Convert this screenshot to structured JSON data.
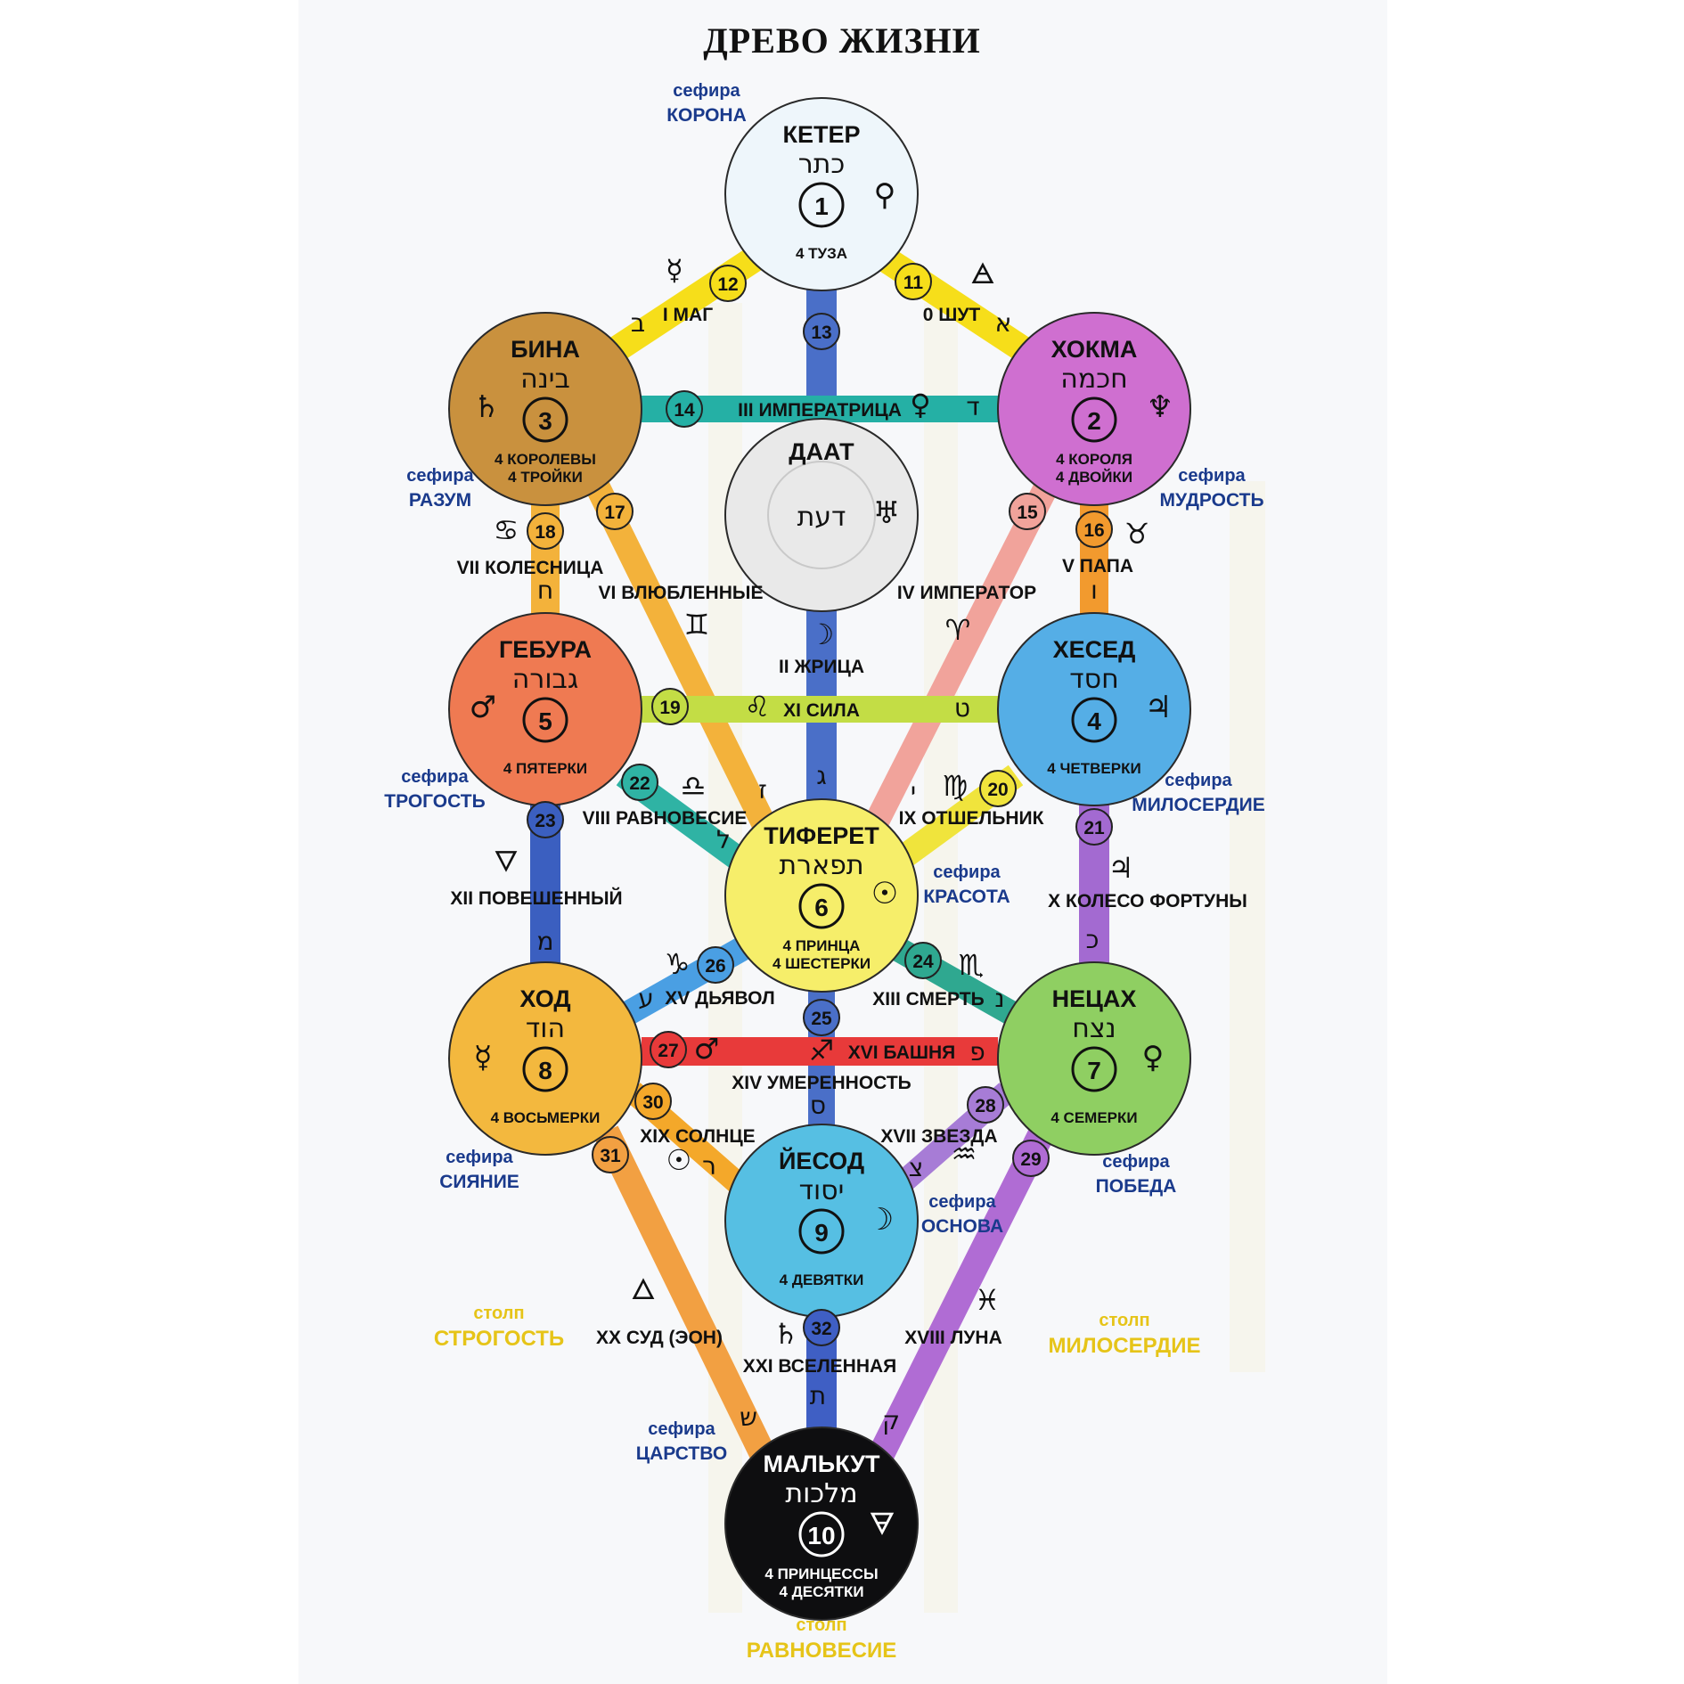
{
  "page": {
    "title": "ДРЕВО ЖИЗНИ"
  },
  "colors": {
    "path13": "#4a6fc8",
    "path14": "#25b0a5",
    "path12": "#f6de1a",
    "path11": "#f6de1a",
    "path17": "#f3b23b",
    "path15": "#f1a39b",
    "path18": "#f3b23b",
    "path16": "#f29a2e",
    "path19": "#c3dd45",
    "path22": "#2fb3a4",
    "path20": "#f0e43c",
    "path23": "#3b5fc0",
    "path21": "#a36ad1",
    "path26": "#4a9fe3",
    "path24": "#2fa890",
    "path27": "#e83a3a",
    "path25": "#4a6fc8",
    "path30": "#f4a82a",
    "path28": "#a77cd6",
    "path31": "#f2a042",
    "path29": "#b06cd4",
    "path32": "#3f5fc4",
    "pillar": "#e6c418",
    "sefira_label": "#1a3a8c"
  },
  "sephirot": [
    {
      "id": "keter",
      "name": "КЕТЕР",
      "hebrew": "כתר",
      "number": "1",
      "symbol": "⚲",
      "cards": [
        "4 ТУЗА"
      ],
      "sef_word": "сефира",
      "sef_title": "КОРОНА",
      "color": "#eef6fb"
    },
    {
      "id": "chokmah",
      "name": "ХОКМА",
      "hebrew": "חכמה",
      "number": "2",
      "symbol": "♆",
      "cards": [
        "4 КОРОЛЯ",
        "4 ДВОЙКИ"
      ],
      "sef_word": "сефира",
      "sef_title": "МУДРОСТЬ",
      "color": "#cf6fd0"
    },
    {
      "id": "binah",
      "name": "БИНА",
      "hebrew": "בינה",
      "number": "3",
      "symbol": "♄",
      "cards": [
        "4 КОРОЛЕВЫ",
        "4 ТРОЙКИ"
      ],
      "sef_word": "сефира",
      "sef_title": "РАЗУМ",
      "color": "#c9913e"
    },
    {
      "id": "daat",
      "name": "ДААТ",
      "hebrew": "דעת",
      "number": "",
      "symbol": "♅",
      "cards": [],
      "sef_word": "",
      "sef_title": "",
      "color": "#e9e9e9"
    },
    {
      "id": "chesed",
      "name": "ХЕСЕД",
      "hebrew": "חסד",
      "number": "4",
      "symbol": "♃",
      "cards": [
        "4 ЧЕТВЕРКИ"
      ],
      "sef_word": "сефира",
      "sef_title": "МИЛОСЕРДИЕ",
      "color": "#55aee6"
    },
    {
      "id": "geburah",
      "name": "ГЕБУРА",
      "hebrew": "גבורה",
      "number": "5",
      "symbol": "♂",
      "cards": [
        "4 ПЯТЕРКИ"
      ],
      "sef_word": "сефира",
      "sef_title": "ТРОГОСТЬ",
      "color": "#ef7a52"
    },
    {
      "id": "tiferet",
      "name": "ТИФЕРЕТ",
      "hebrew": "תפארת",
      "number": "6",
      "symbol": "☉",
      "cards": [
        "4 ПРИНЦА",
        "4 ШЕСТЕРКИ"
      ],
      "sef_word": "сефира",
      "sef_title": "КРАСОТА",
      "color": "#f6ee6a"
    },
    {
      "id": "netzach",
      "name": "НЕЦАХ",
      "hebrew": "נצח",
      "number": "7",
      "symbol": "♀",
      "cards": [
        "4 СЕМЕРКИ"
      ],
      "sef_word": "сефира",
      "sef_title": "ПОБЕДА",
      "color": "#8fcf62"
    },
    {
      "id": "hod",
      "name": "ХОД",
      "hebrew": "הוד",
      "number": "8",
      "symbol": "☿",
      "cards": [
        "4 ВОСЬМЕРКИ"
      ],
      "sef_word": "сефира",
      "sef_title": "СИЯНИЕ",
      "color": "#f3b83e"
    },
    {
      "id": "yesod",
      "name": "ЙЕСОД",
      "hebrew": "יסוד",
      "number": "9",
      "symbol": "☽",
      "cards": [
        "4 ДЕВЯТКИ"
      ],
      "sef_word": "сефира",
      "sef_title": "ОСНОВА",
      "color": "#56bfe3"
    },
    {
      "id": "malkut",
      "name": "МАЛЬКУТ",
      "hebrew": "מלכות",
      "number": "10",
      "symbol": "🜃",
      "cards": [
        "4 ПРИНЦЕССЫ",
        "4 ДЕСЯТКИ"
      ],
      "sef_word": "сефира",
      "sef_title": "ЦАРСТВО",
      "color": "#0e0e10"
    }
  ],
  "paths": [
    {
      "n": "11",
      "card": "0 ШУТ",
      "sym": "🜁",
      "letter": "א"
    },
    {
      "n": "12",
      "card": "I МАГ",
      "sym": "☿",
      "letter": "ב"
    },
    {
      "n": "13",
      "card": "II ЖРИЦА",
      "sym": "☽",
      "letter": "ג"
    },
    {
      "n": "14",
      "card": "III ИМПЕРАТРИЦА",
      "sym": "♀",
      "letter": "ד"
    },
    {
      "n": "15",
      "card": "IV ИМПЕРАТОР",
      "sym": "♈",
      "letter": ""
    },
    {
      "n": "16",
      "card": "V ПАПА",
      "sym": "♉",
      "letter": "ו"
    },
    {
      "n": "17",
      "card": "VI ВЛЮБЛЕННЫЕ",
      "sym": "♊",
      "letter": "ז"
    },
    {
      "n": "18",
      "card": "VII КОЛЕСНИЦА",
      "sym": "♋",
      "letter": "ח"
    },
    {
      "n": "19",
      "card": "XI СИЛА",
      "sym": "♌",
      "letter": "ט"
    },
    {
      "n": "20",
      "card": "IX ОТШЕЛЬНИК",
      "sym": "♍",
      "letter": "י"
    },
    {
      "n": "21",
      "card": "X КОЛЕСО ФОРТУНЫ",
      "sym": "♃",
      "letter": "כ"
    },
    {
      "n": "22",
      "card": "VIII РАВНОВЕСИЕ",
      "sym": "♎",
      "letter": "ל"
    },
    {
      "n": "23",
      "card": "XII ПОВЕШЕННЫЙ",
      "sym": "🜄",
      "letter": "מ"
    },
    {
      "n": "24",
      "card": "XIII СМЕРТЬ",
      "sym": "♏",
      "letter": "נ"
    },
    {
      "n": "25",
      "card": "XIV УМЕРЕННОСТЬ",
      "sym": "♐",
      "letter": "ס"
    },
    {
      "n": "26",
      "card": "XV ДЬЯВОЛ",
      "sym": "♑",
      "letter": "ע"
    },
    {
      "n": "27",
      "card": "XVI БАШНЯ",
      "sym": "♂",
      "letter": "פ"
    },
    {
      "n": "28",
      "card": "XVII ЗВЕЗДА",
      "sym": "♒",
      "letter": "צ"
    },
    {
      "n": "29",
      "card": "XVIII ЛУНА",
      "sym": "♓",
      "letter": "ק"
    },
    {
      "n": "30",
      "card": "XIX СОЛНЦЕ",
      "sym": "☉",
      "letter": "ר"
    },
    {
      "n": "31",
      "card": "XX СУД (ЭОН)",
      "sym": "🜂",
      "letter": "ש"
    },
    {
      "n": "32",
      "card": "XXI ВСЕЛЕННАЯ",
      "sym": "♄",
      "letter": "ת"
    }
  ],
  "pillars": [
    {
      "id": "severity",
      "word": "столп",
      "title": "СТРОГОСТЬ"
    },
    {
      "id": "mercy",
      "word": "столп",
      "title": "МИЛОСЕРДИЕ"
    },
    {
      "id": "balance",
      "word": "столп",
      "title": "РАВНОВЕСИЕ"
    }
  ]
}
